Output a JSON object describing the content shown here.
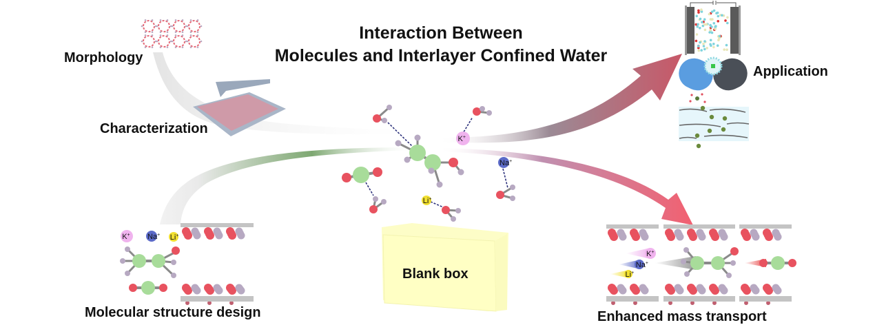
{
  "title": {
    "line1": "Interaction Between",
    "line2": "Molecules and Interlayer Confined Water"
  },
  "labels": {
    "morphology": "Morphology",
    "characterization": "Characterization",
    "application": "Application",
    "molecular_structure_design": "Molecular structure design",
    "enhanced_mass_transport": "Enhanced mass transport",
    "blank_box": "Blank box"
  },
  "ions": {
    "k": "K",
    "na": "Na",
    "li": "Li",
    "charge": "+"
  },
  "colors": {
    "oxygen": "#e8525f",
    "hydrogen": "#b7a9c2",
    "carbon": "#a8dc9a",
    "k_ion": "#f0b3ee",
    "na_ion": "#5c6bc9",
    "li_ion": "#f2e030",
    "hbond": "#2a2f7a",
    "arrow_app": "#c25a6a",
    "arrow_transport": "#f06070",
    "arrow_design": "#8fb48a",
    "blank_box": "#ffffc8",
    "membrane": "#e6f6fb",
    "plate": "#c4c4c4"
  }
}
